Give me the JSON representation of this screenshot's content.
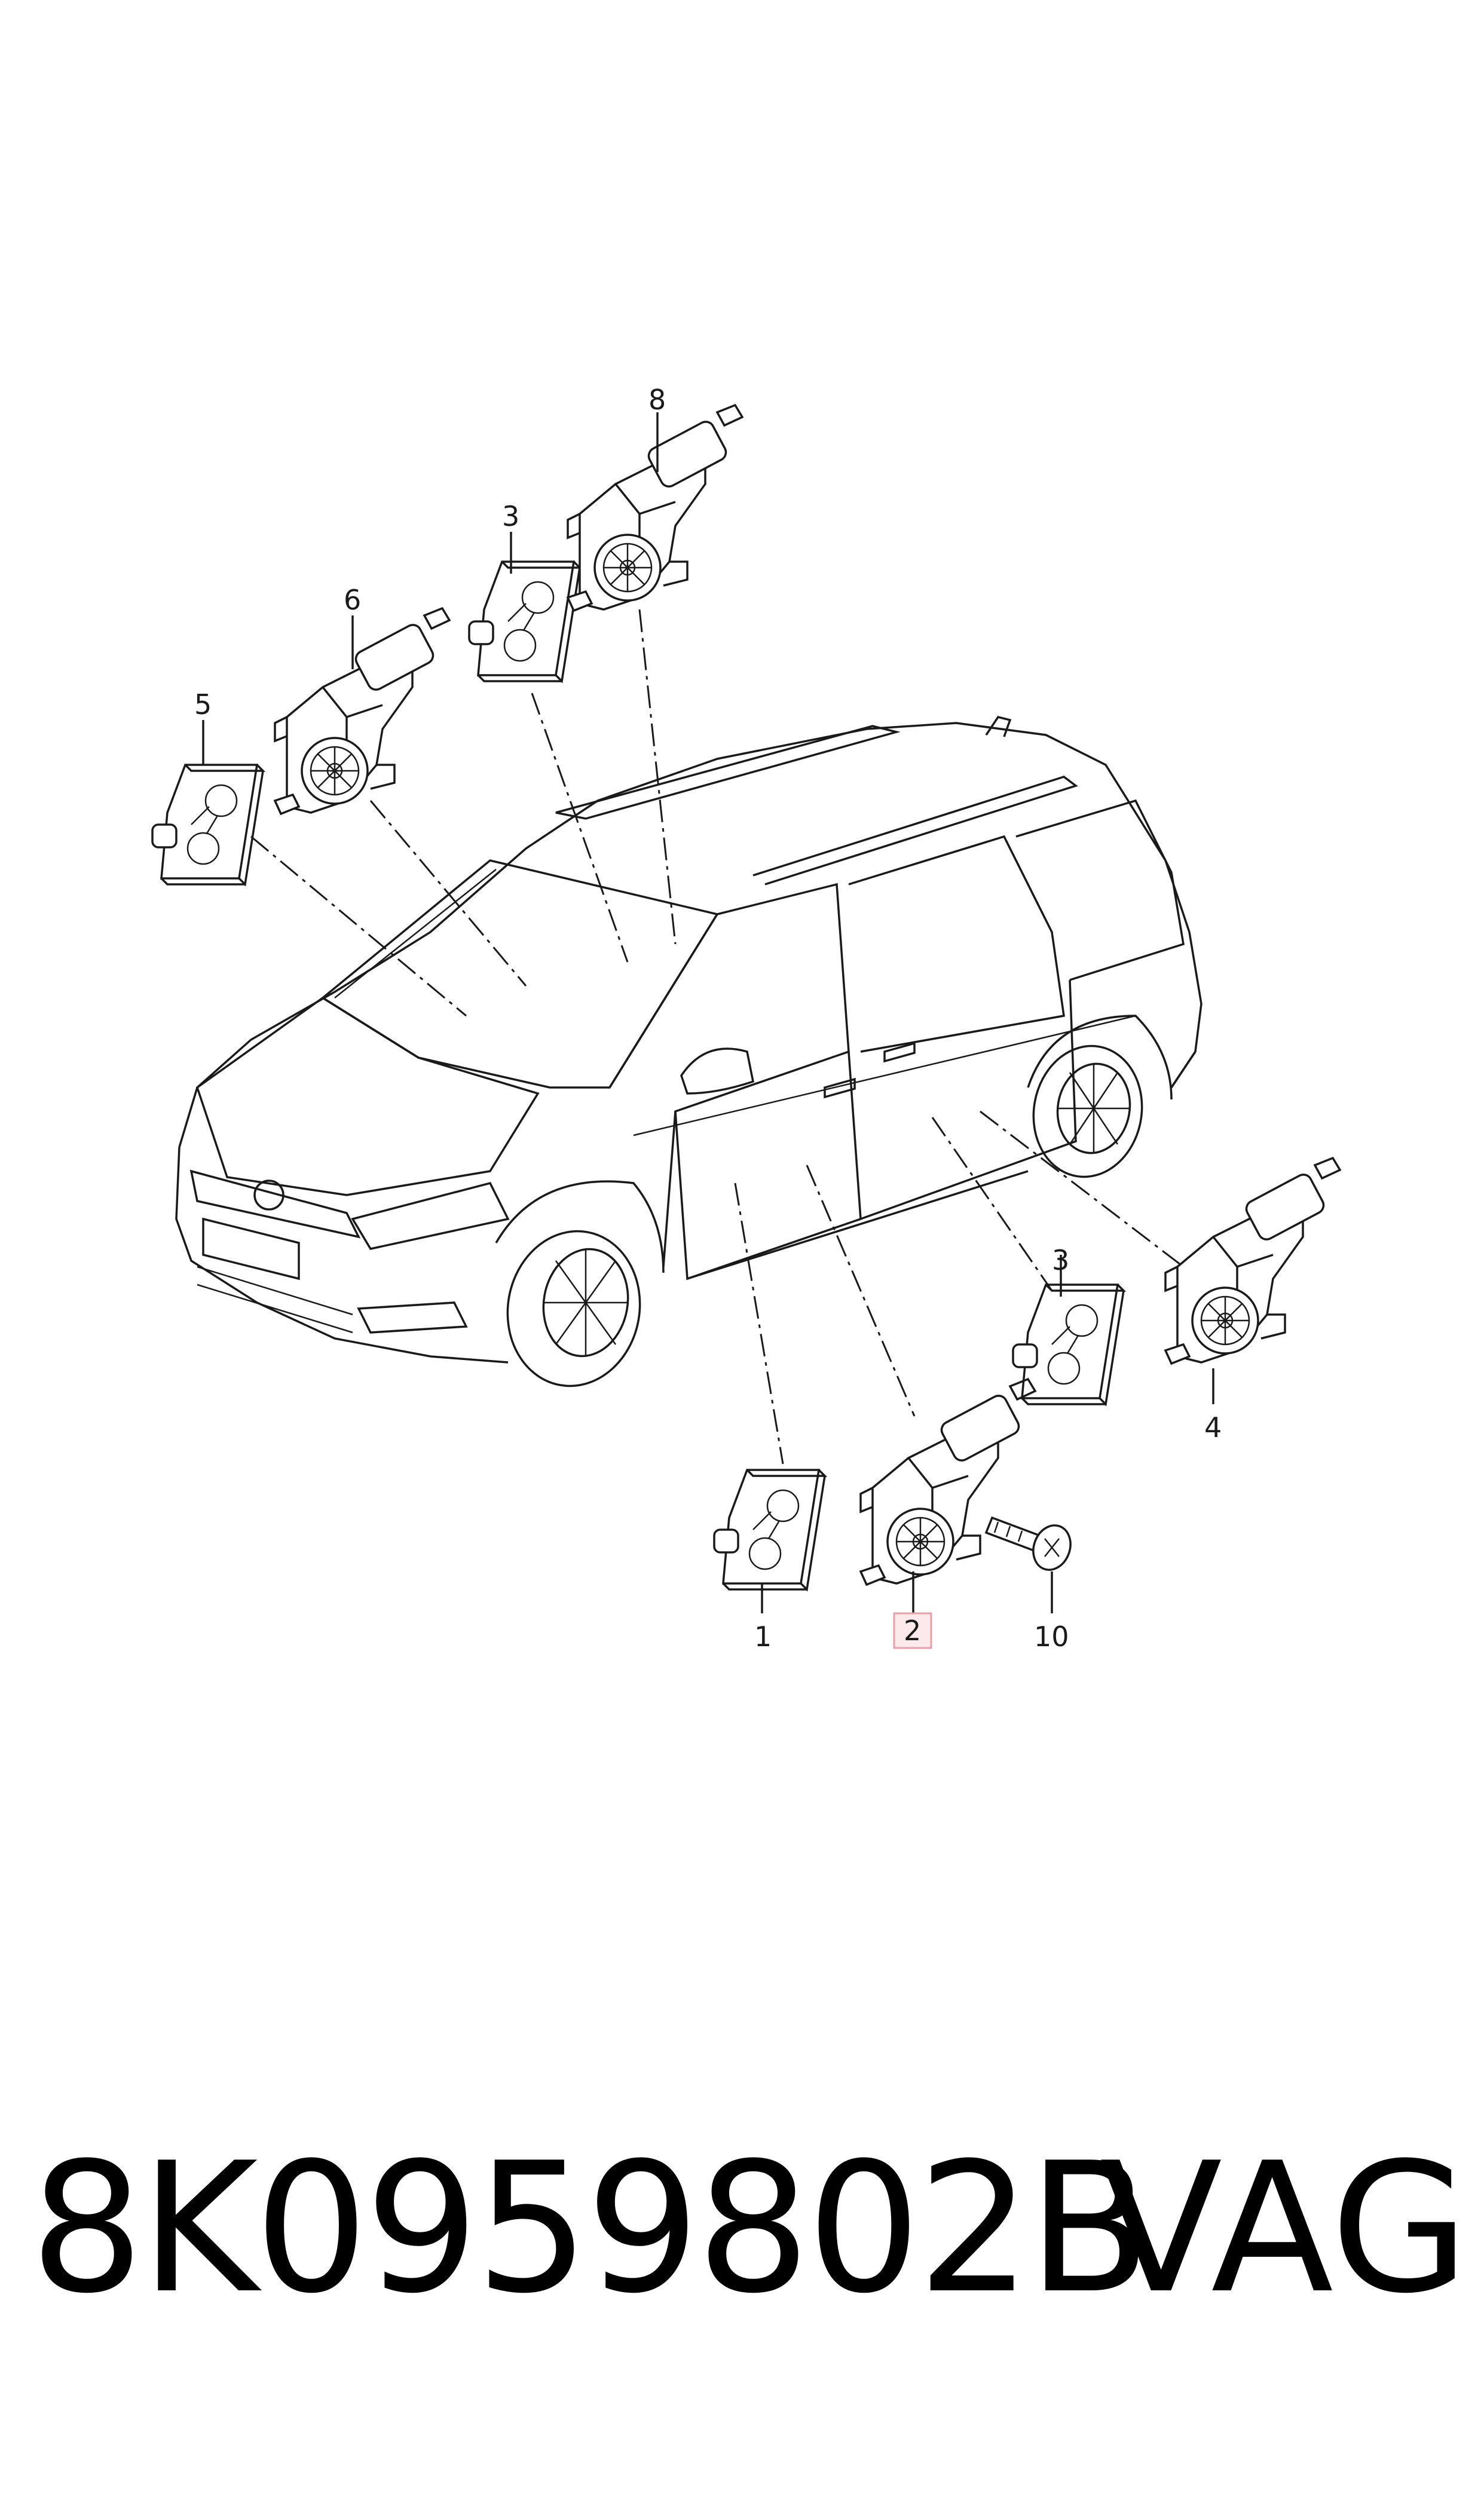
{
  "diagram": {
    "callouts": [
      {
        "id": "c1",
        "label": "1"
      },
      {
        "id": "c2",
        "label": "2",
        "highlighted": true
      },
      {
        "id": "c3a",
        "label": "3"
      },
      {
        "id": "c3b",
        "label": "3"
      },
      {
        "id": "c4",
        "label": "4"
      },
      {
        "id": "c5",
        "label": "5"
      },
      {
        "id": "c6",
        "label": "6"
      },
      {
        "id": "c8",
        "label": "8"
      },
      {
        "id": "c10",
        "label": "10"
      }
    ],
    "highlight_color": "#e8a0a8"
  },
  "footer": {
    "part_number": "8K0959802B",
    "brand": "VAG"
  }
}
